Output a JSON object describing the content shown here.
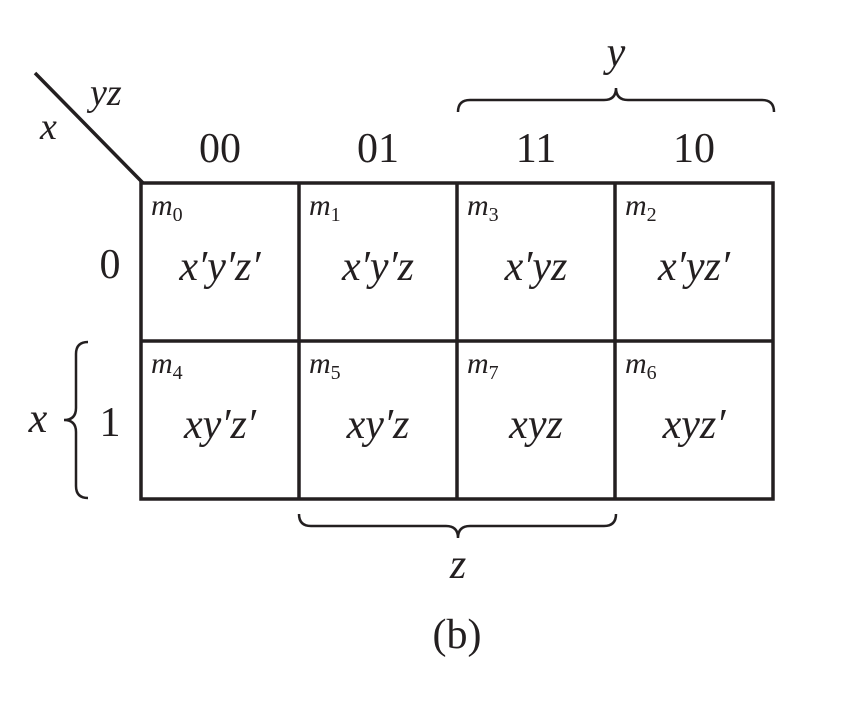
{
  "corner": {
    "row_var": "x",
    "col_var": "yz"
  },
  "column_headers": [
    "00",
    "01",
    "11",
    "10"
  ],
  "row_headers": [
    "0",
    "1"
  ],
  "cells": [
    [
      {
        "m": "m",
        "idx": "0",
        "term": "x′y′z′"
      },
      {
        "m": "m",
        "idx": "1",
        "term": "x′y′z"
      },
      {
        "m": "m",
        "idx": "3",
        "term": "x′yz"
      },
      {
        "m": "m",
        "idx": "2",
        "term": "x′yz′"
      }
    ],
    [
      {
        "m": "m",
        "idx": "4",
        "term": "xy′z′"
      },
      {
        "m": "m",
        "idx": "5",
        "term": "xy′z"
      },
      {
        "m": "m",
        "idx": "7",
        "term": "xyz"
      },
      {
        "m": "m",
        "idx": "6",
        "term": "xyz′"
      }
    ]
  ],
  "brace_labels": {
    "top": "y",
    "left": "x",
    "bottom": "z"
  },
  "caption": "(b)",
  "colors": {
    "ink": "#231f20",
    "background": "#ffffff"
  }
}
